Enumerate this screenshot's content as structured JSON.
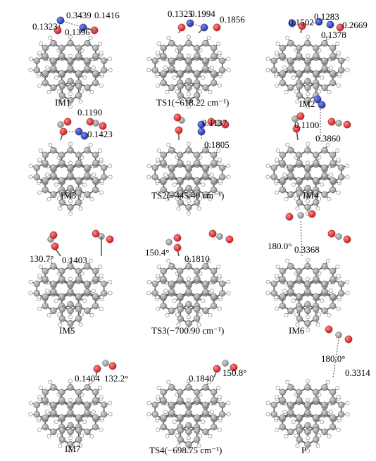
{
  "colors": {
    "carbon": "#8a8a8a",
    "hydrogen": "#ffffff",
    "oxygen": "#d4181c",
    "nitrogen": "#2232a8",
    "bond": "#5a5a5a",
    "text": "#000000"
  },
  "panels": [
    {
      "id": "IM1",
      "caption": "IM1",
      "labels": [
        "0.3439",
        "0.1416",
        "0.1323",
        "0.1396"
      ]
    },
    {
      "id": "TS1",
      "caption": "TS1(−618.22 cm⁻¹)",
      "labels": [
        "0.1325",
        "0.1994",
        "0.1856"
      ]
    },
    {
      "id": "IM2",
      "caption": "IM2",
      "labels": [
        "0.1502",
        "0.1283",
        "0.2669",
        "0.1378"
      ]
    },
    {
      "id": "IM3",
      "caption": "IM3",
      "labels": [
        "0.1190",
        "0.1423"
      ]
    },
    {
      "id": "TS2",
      "caption": "TS2(−445.40 cm⁻¹)",
      "labels": [
        "0.1137",
        "0.1805"
      ]
    },
    {
      "id": "IM4",
      "caption": "IM4",
      "labels": [
        "0.1100",
        "0.3860"
      ]
    },
    {
      "id": "IM5",
      "caption": "IM5",
      "labels": [
        "130.7°",
        "0.1403"
      ]
    },
    {
      "id": "TS3",
      "caption": "TS3(−700.90 cm⁻¹)",
      "labels": [
        "150.4°",
        "0.1810"
      ]
    },
    {
      "id": "IM6",
      "caption": "IM6",
      "labels": [
        "180.0°",
        "0.3368"
      ]
    },
    {
      "id": "IM7",
      "caption": "IM7",
      "labels": [
        "0.1404",
        "132.2°"
      ]
    },
    {
      "id": "TS4",
      "caption": "TS4(−698.75 cm⁻¹)",
      "labels": [
        "0.1840",
        "150.8°"
      ]
    },
    {
      "id": "P",
      "caption": "P",
      "labels": [
        "180.0°",
        "0.3314"
      ]
    }
  ]
}
